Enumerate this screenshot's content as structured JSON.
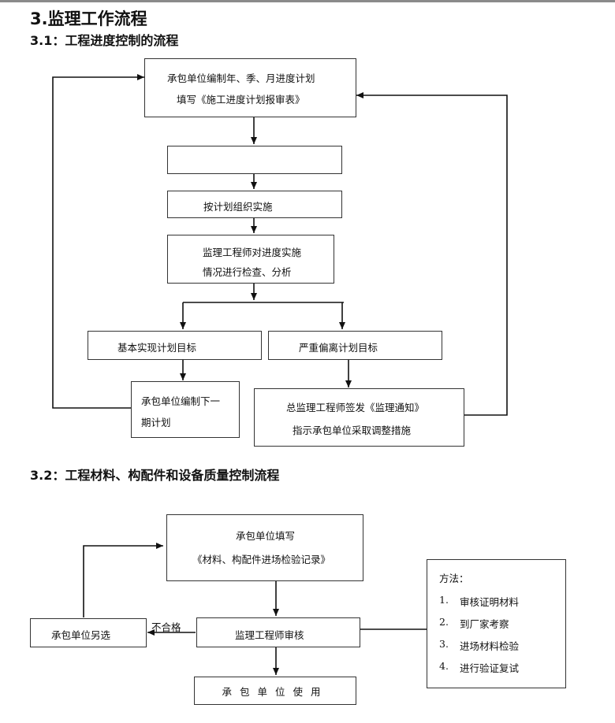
{
  "title": "3.监理工作流程",
  "section1": {
    "heading": "3.1：工程进度控制的流程",
    "box_plan": {
      "line1": "承包单位编制年、季、月进度计划",
      "line2": "填写《施工进度计划报审表》"
    },
    "box_empty": {
      "text": ""
    },
    "box_organize": {
      "text": "按计划组织实施"
    },
    "box_check": {
      "line1": "监理工程师对进度实施",
      "line2": "情况进行检查、分析"
    },
    "box_basic": {
      "text": "基本实现计划目标"
    },
    "box_deviate": {
      "text": "严重偏离计划目标"
    },
    "box_next": {
      "line1": "承包单位编制下一",
      "line2": "期计划"
    },
    "box_notice": {
      "line1": "总监理工程师签发《监理通知》",
      "line2": "指示承包单位采取调整措施"
    }
  },
  "section2": {
    "heading": "3.2：工程材料、构配件和设备质量控制流程",
    "box_fill": {
      "line1": "承包单位填写",
      "line2": "《材料、构配件进场检验记录》"
    },
    "box_alt": {
      "text": "承包单位另选"
    },
    "label_fail": "不合格",
    "box_review": {
      "text": "监理工程师审核"
    },
    "box_use": {
      "text": "承包单位使用"
    },
    "methods": {
      "title": "方法：",
      "items": [
        {
          "num": "1.",
          "text": "审核证明材料"
        },
        {
          "num": "2.",
          "text": "到厂家考察"
        },
        {
          "num": "3.",
          "text": "进场材料检验"
        },
        {
          "num": "4.",
          "text": "进行验证复试"
        }
      ]
    }
  }
}
